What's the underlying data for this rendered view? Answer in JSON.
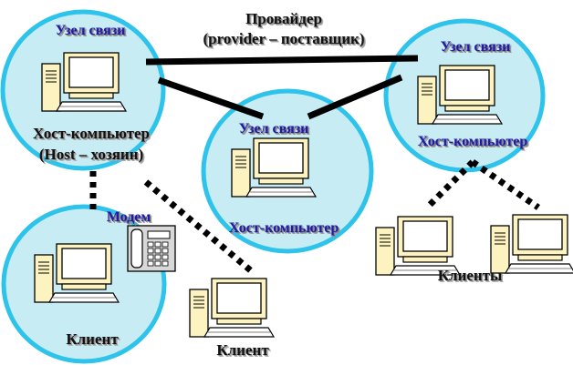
{
  "provider": {
    "title": "Провайдер",
    "subtitle": "(provider  – поставщик)"
  },
  "nodes": {
    "left": {
      "label": "Узел связи",
      "host_label": "Хост-компьютер",
      "host_note": "(Host – хозяин)"
    },
    "center": {
      "label": "Узел связи",
      "host_label": "Хост-компьютер"
    },
    "right": {
      "label": "Узел связи",
      "host_label": "Хост-компьютер"
    }
  },
  "modem": {
    "label": "Модем"
  },
  "clients": {
    "modem_client": "Клиент",
    "lan_client": "Клиент",
    "right_clients": "Клиенты"
  },
  "colors": {
    "node_fill": "#c8ecf3",
    "node_ring": "#2ec3ea",
    "link": "#000000",
    "label_blue": "#1f1aa8",
    "screen": "#ffffff",
    "case": "#fdf3c0"
  }
}
